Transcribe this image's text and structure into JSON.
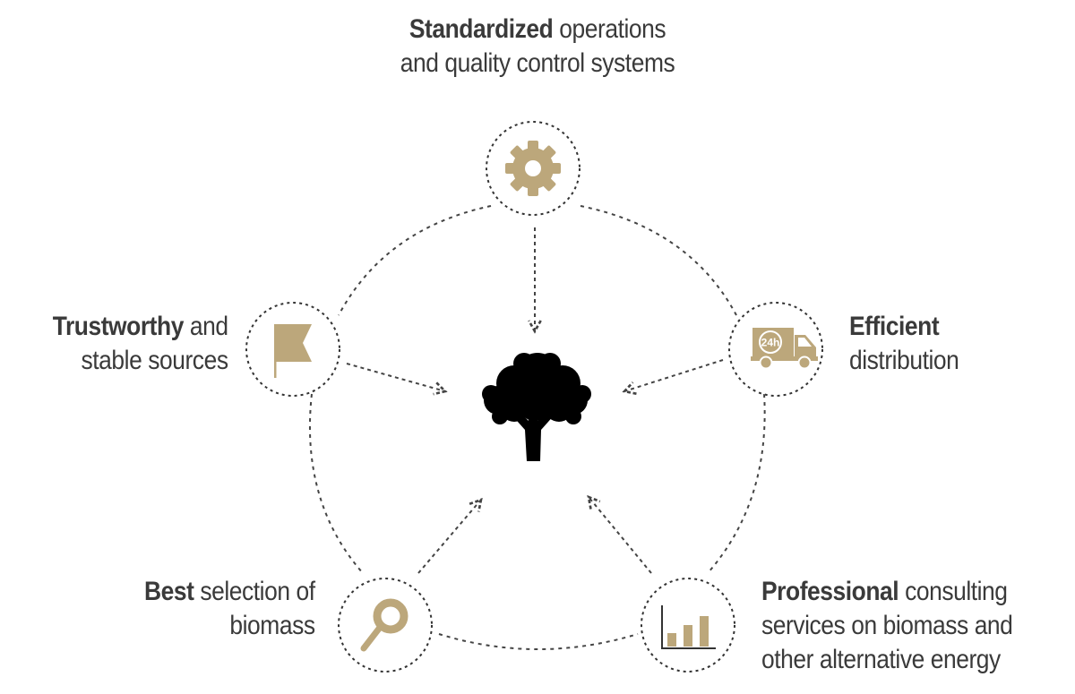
{
  "labels": {
    "top": {
      "bold": "Standardized",
      "rest": " operations",
      "line2": "and quality control systems"
    },
    "left": {
      "bold": "Trustworthy",
      "rest": " and",
      "line2": "stable sources"
    },
    "right": {
      "bold": "Efficient",
      "rest": "",
      "line2": "distribution"
    },
    "bottom_left": {
      "bold": "Best",
      "rest": " selection of",
      "line2": "biomass"
    },
    "bottom_right": {
      "bold": "Professional",
      "rest": " consulting",
      "line2": "services on biomass and",
      "line3": "other alternative energy"
    }
  },
  "icons": {
    "top": "gear-icon",
    "left": "flag-icon",
    "right": "delivery-truck-24h-icon",
    "bottom_left": "magnifier-icon",
    "bottom_right": "bar-chart-icon",
    "center": "tree-icon"
  },
  "truck_badge": "24h",
  "colors": {
    "accent": "#bca77b",
    "text": "#3a3a3a",
    "dash": "#444444",
    "tree": "#000000"
  }
}
